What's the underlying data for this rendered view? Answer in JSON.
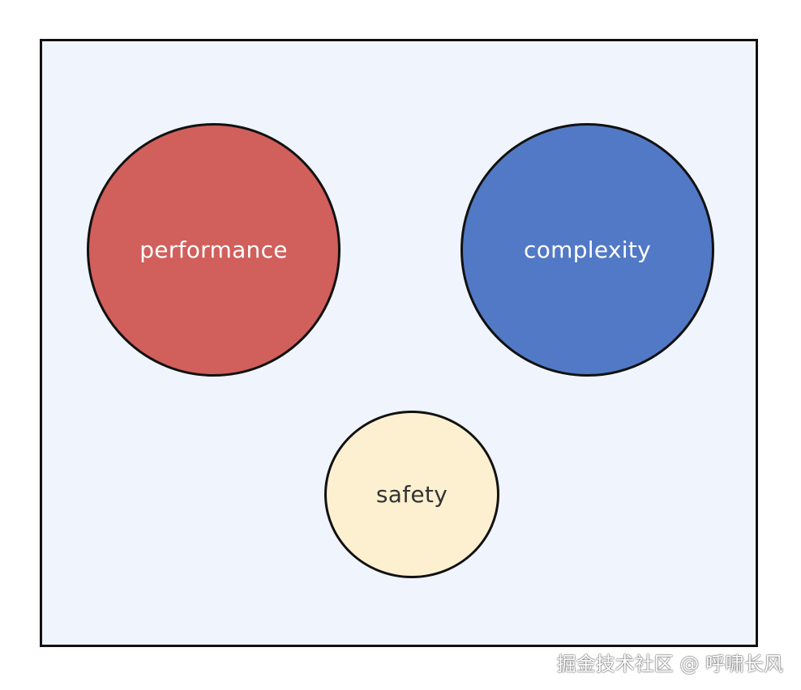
{
  "diagram": {
    "nodes": [
      {
        "id": "performance",
        "label": "performance",
        "fill": "#d15f5b",
        "text_color": "#ffffff"
      },
      {
        "id": "complexity",
        "label": "complexity",
        "fill": "#5179c6",
        "text_color": "#ffffff"
      },
      {
        "id": "safety",
        "label": "safety",
        "fill": "#fdf0d0",
        "text_color": "#333333"
      }
    ],
    "frame_fill": "#f0f4fc",
    "border_color": "#111111"
  },
  "watermark": {
    "text": "掘金技术社区 @ 呼啸长风"
  }
}
